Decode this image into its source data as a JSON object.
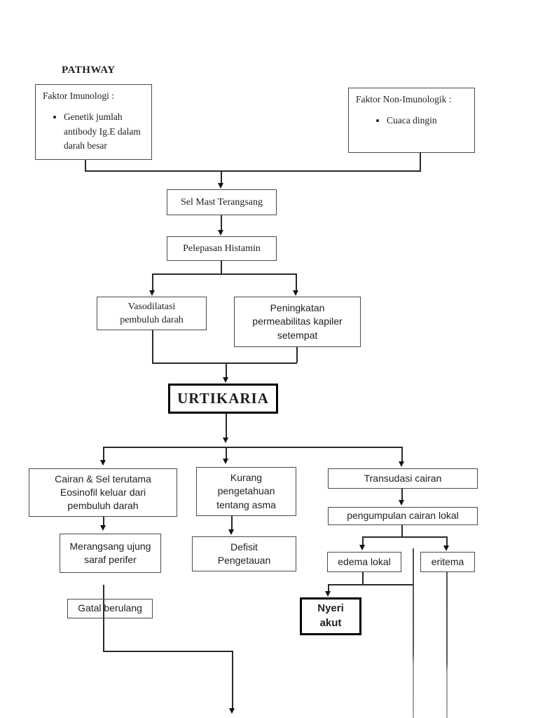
{
  "title": "PATHWAY",
  "colors": {
    "background": "#ffffff",
    "line": "#2a2a2a",
    "box_border": "#4a4a4a",
    "emphasis_border": "#000000",
    "text": "#1f1f1f",
    "faded_line_top": "#4f4f4f",
    "faded_line_bottom": "#a8a8a8"
  },
  "nodes": {
    "faktor_imunologi": {
      "heading": "Faktor Imunologi :",
      "bullet": "Genetik  jumlah antibody Ig.E dalam darah besar"
    },
    "faktor_non_imunologik": {
      "heading": "Faktor Non-Imunologik :",
      "bullet": "Cuaca dingin"
    },
    "sel_mast": {
      "label": "Sel Mast Terangsang"
    },
    "pelepasan_histamin": {
      "label": "Pelepasan Histamin"
    },
    "vasodilatasi": {
      "label": "Vasodilatasi pembuluh darah"
    },
    "peningkatan": {
      "label": "Peningkatan permeabilitas kapiler setempat"
    },
    "urtikaria": {
      "label": "URTIKARIA"
    },
    "cairan_sel": {
      "label": "Cairan & Sel terutama Eosinofil keluar dari pembuluh darah"
    },
    "kurang_pengetahuan": {
      "label": "Kurang pengetahuan tentang asma"
    },
    "transudasi": {
      "label": "Transudasi cairan"
    },
    "pengumpulan": {
      "label": "pengumpulan cairan lokal"
    },
    "merangsang": {
      "label": "Merangsang ujung saraf perifer"
    },
    "defisit": {
      "label": "Defisit Pengetauan"
    },
    "edema_lokal": {
      "label": "edema lokal"
    },
    "eritema": {
      "label": "eritema"
    },
    "gatal": {
      "label": "Gatal berulang"
    },
    "nyeri_akut": {
      "label": "Nyeri akut"
    }
  },
  "edges": [
    {
      "from": "faktor_imunologi",
      "to": "sel_mast"
    },
    {
      "from": "faktor_non_imunologik",
      "to": "sel_mast"
    },
    {
      "from": "sel_mast",
      "to": "pelepasan_histamin"
    },
    {
      "from": "pelepasan_histamin",
      "to": "vasodilatasi"
    },
    {
      "from": "pelepasan_histamin",
      "to": "peningkatan"
    },
    {
      "from": "vasodilatasi",
      "to": "urtikaria"
    },
    {
      "from": "peningkatan",
      "to": "urtikaria"
    },
    {
      "from": "urtikaria",
      "to": "cairan_sel"
    },
    {
      "from": "urtikaria",
      "to": "kurang_pengetahuan"
    },
    {
      "from": "urtikaria",
      "to": "transudasi"
    },
    {
      "from": "cairan_sel",
      "to": "merangsang"
    },
    {
      "from": "kurang_pengetahuan",
      "to": "defisit"
    },
    {
      "from": "transudasi",
      "to": "pengumpulan"
    },
    {
      "from": "pengumpulan",
      "to": "edema_lokal"
    },
    {
      "from": "pengumpulan",
      "to": "eritema"
    },
    {
      "from": "edema_lokal",
      "to": "nyeri_akut"
    },
    {
      "from": "merangsang",
      "to": "gatal"
    },
    {
      "from": "gatal",
      "to": "off-page-bottom"
    }
  ]
}
